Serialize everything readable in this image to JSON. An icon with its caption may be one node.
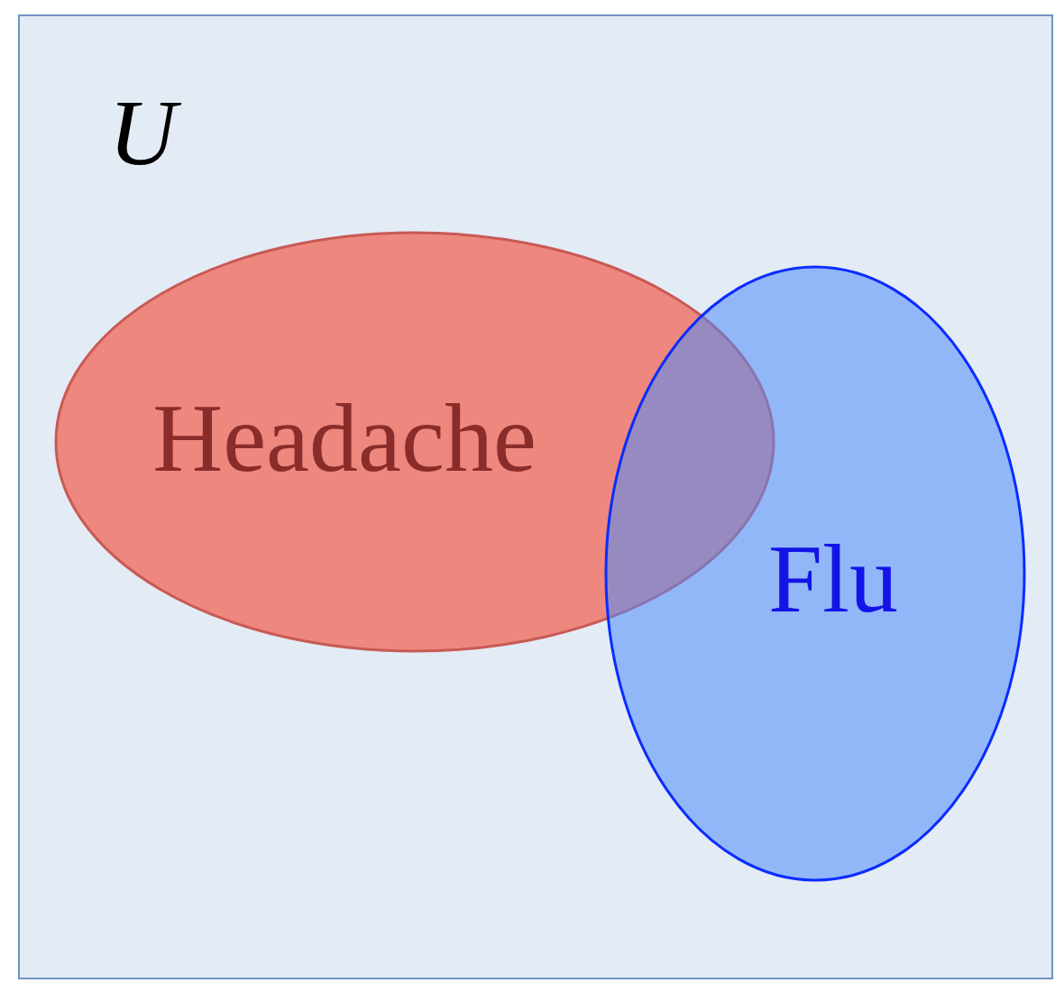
{
  "diagram": {
    "nodes": [
      {
        "text": [
          "U"
        ]
      },
      {
        "text": [
          "Headache"
        ],
        "in": 0
      },
      {
        "text": [
          "Flu"
        ],
        "in": 0
      }
    ]
  }
}
